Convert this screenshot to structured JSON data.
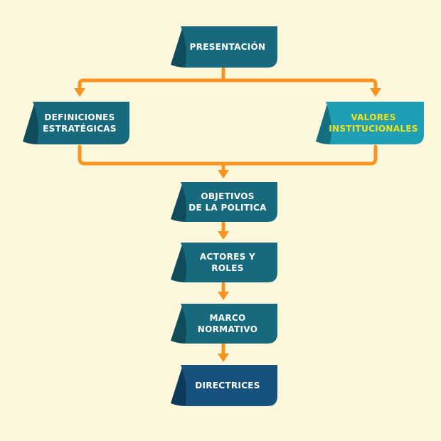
{
  "colors": {
    "background": "#fdf7dc",
    "connector": "#f7931e",
    "box_teal": "#176a7d",
    "box_teal_dark": "#0f4d5d",
    "box_cyan": "#1f9fb6",
    "box_cyan_dark": "#14707f",
    "box_navy": "#17527e",
    "box_navy_dark": "#0e3a5b",
    "text_white": "#ffffff",
    "text_yellow": "#f2e21b"
  },
  "nodes": {
    "presentacion": {
      "label": "PRESENTACIÓN"
    },
    "definiciones": {
      "label": "DEFINICIONES\nESTRATÉGICAS"
    },
    "valores": {
      "label": "VALORES\nINSTITUCIONALES"
    },
    "objetivos": {
      "label": "OBJETIVOS\nDE LA POLITICA"
    },
    "actores": {
      "label": "ACTORES Y\nROLES"
    },
    "marco": {
      "label": "MARCO\nNORMATIVO"
    },
    "directrices": {
      "label": "DIRECTRICES"
    }
  }
}
